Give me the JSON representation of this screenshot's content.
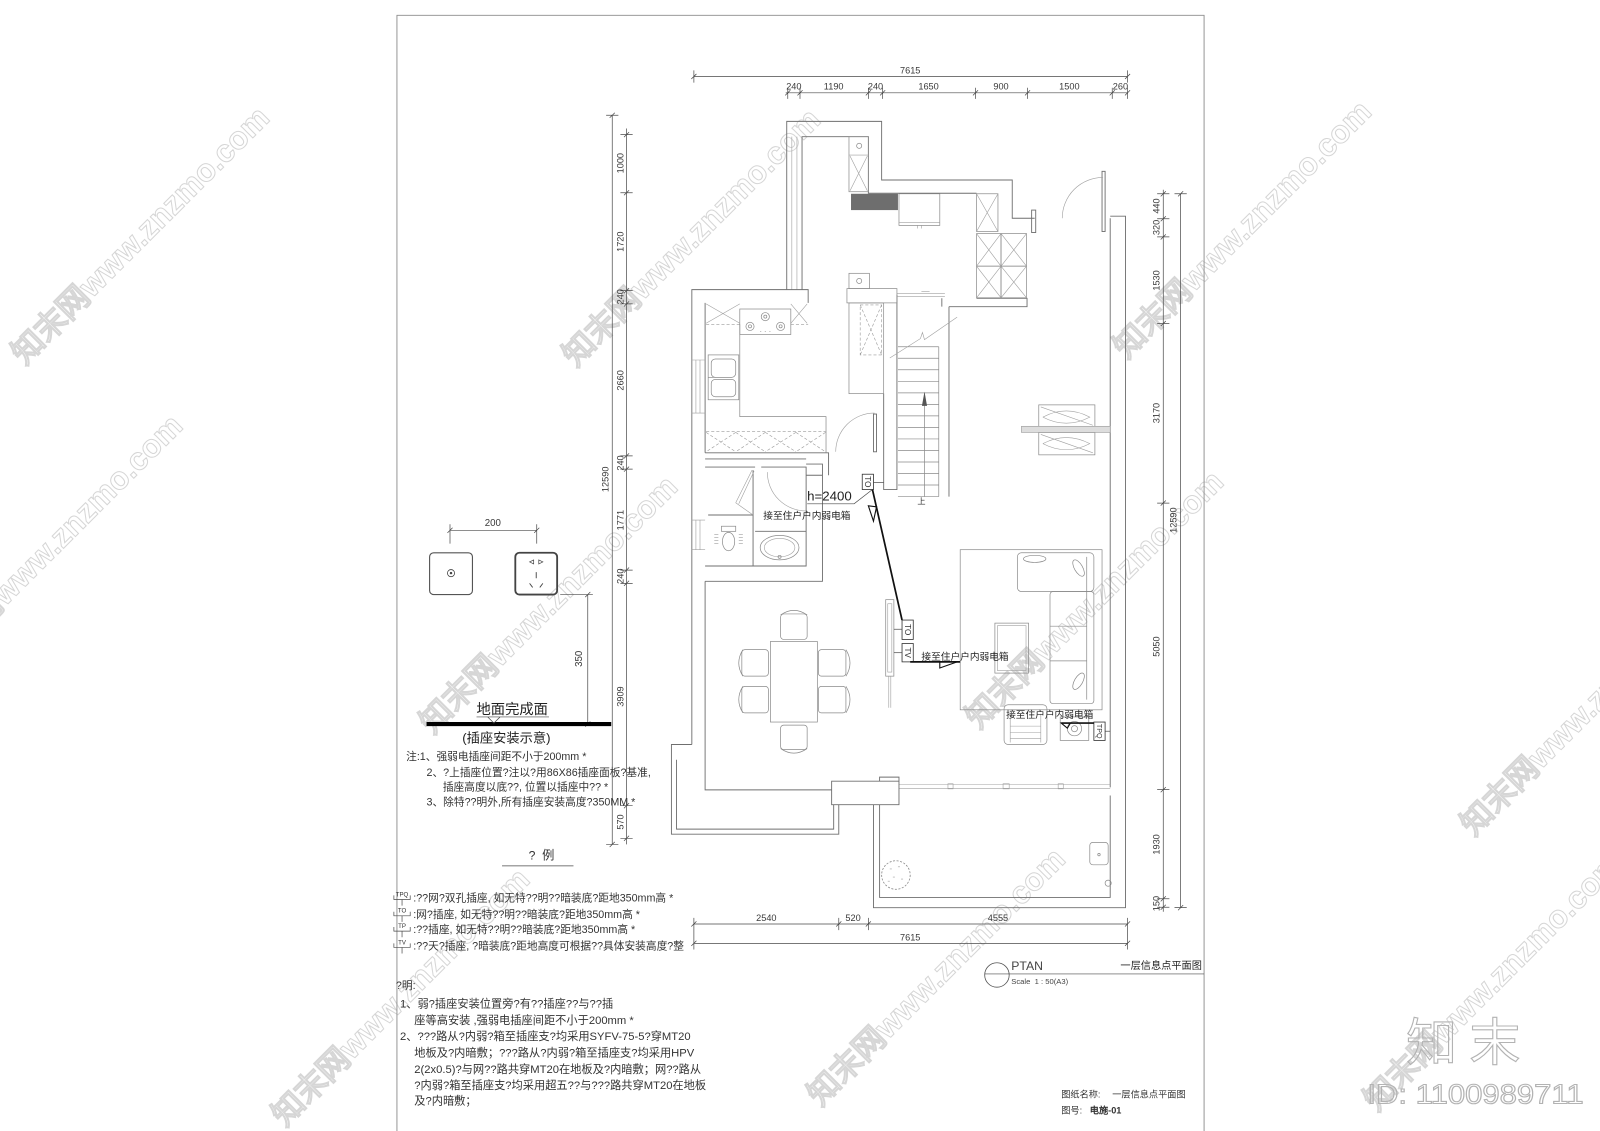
{
  "drawing": {
    "view_label": "PTAN",
    "scale_text": "Scale  1 : 50(A3)",
    "plan_title": "一层信息点平面图",
    "title_block": {
      "name_label": "图纸名称:",
      "name_value": "一层信息点平面图",
      "number_label": "图号:",
      "number_value": "电施-01"
    }
  },
  "dimensions": {
    "top": {
      "overall": "7615",
      "segments": [
        "240",
        "1190",
        "240",
        "1650",
        "900",
        "1500",
        "260"
      ]
    },
    "bottom": {
      "overall": "7615",
      "segments": [
        "2540",
        "520",
        "4555"
      ]
    },
    "left": {
      "overall": "12590",
      "segments": [
        "1000",
        "1720",
        "240",
        "2660",
        "240",
        "1771",
        "240",
        "3909",
        "570"
      ]
    },
    "right": {
      "overall": "12590",
      "segments": [
        "440",
        "320",
        "1530",
        "3170",
        "5050",
        "1930",
        "150"
      ]
    }
  },
  "plan_labels": {
    "mount_height": "h=2400",
    "outlet_to_upper": "TO",
    "outlet_to_lower": "TO",
    "outlet_tv": "TV",
    "outlet_tpq": "TPQ",
    "cable_note_1": "接至住户户内弱电箱",
    "cable_note_2": "接至住户户内弱电箱",
    "cable_note_3": "接至住户户内弱电箱",
    "stair_up": "上"
  },
  "socket_diagram": {
    "spacing_dim": "200",
    "height_dim": "350",
    "floor_label": "地面完成面",
    "caption": "(插座安装示意)",
    "notes": [
      "注:1、强弱电插座间距不小于200mm *",
      "2、?上插座位置?注以?用86X86插座面板?基准,",
      "插座高度以底??, 位置以插座中?? *",
      "3、除特??明外,所有插座安装高度?350MM *"
    ]
  },
  "legend": {
    "title": "?  例",
    "items": [
      {
        "symbol": "TPQ",
        "text": ":??网?双孔插座, 如无特??明??暗装底?距地350mm高 *"
      },
      {
        "symbol": "TO",
        "text": ":网?插座, 如无特??明??暗装底?距地350mm高 *"
      },
      {
        "symbol": "TP",
        "text": ":??插座, 如无特??明??暗装底?距地350mm高 *"
      },
      {
        "symbol": "TV",
        "text": ":??天?插座, ?暗装底?距地高度可根据??具体安装高度?整"
      }
    ]
  },
  "description": {
    "title": "?明:",
    "lines": [
      "1、弱?插座安装位置旁?有??插座??与??插",
      "座等高安装 ,强弱电插座间距不小于200mm *",
      "2、???路从?内弱?箱至插座支?均采用SYFV-75-5?穿MT20",
      "地板及?内暗敷；???路从?内弱?箱至插座支?均采用HPV",
      "2(2x0.5)?与网??路共穿MT20在地板及?内暗敷；网??路从",
      "?内弱?箱至插座支?均采用超五??与???路共穿MT20在地板",
      "及?内暗敷；"
    ]
  },
  "watermark": {
    "brand": "知末",
    "id_text": "ID: 1100989711",
    "diagonal_text": "知末网www.znzmo.com"
  }
}
